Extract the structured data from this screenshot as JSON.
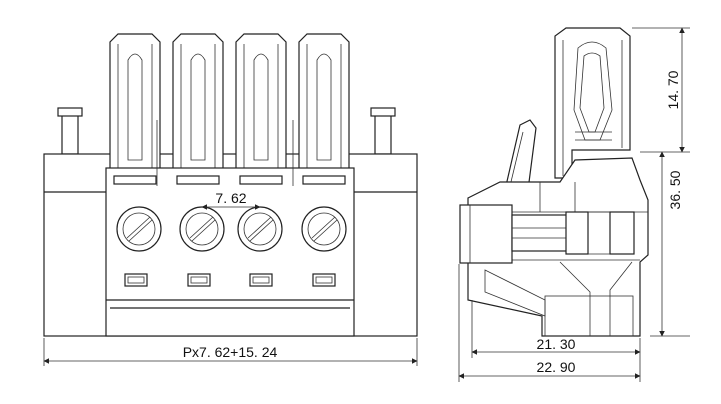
{
  "dimensions": {
    "pitch": "7. 62",
    "total_width_formula": "Px7. 62+15. 24",
    "side_base_width": "21. 30",
    "side_total_width": "22. 90",
    "top_height": "14. 70",
    "total_height": "36. 50"
  },
  "colors": {
    "line": "#222222",
    "background": "#ffffff",
    "hatch": "#555555"
  }
}
